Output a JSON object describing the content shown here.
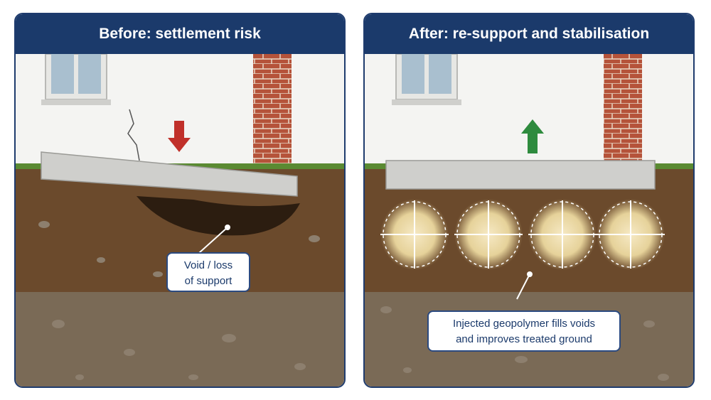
{
  "panels": {
    "before": {
      "title": "Before: settlement risk",
      "callout_line1": "Void / loss",
      "callout_line2": "of support",
      "arrow_direction": "down",
      "arrow_color": "#c0302a"
    },
    "after": {
      "title": "After: re-support and stabilisation",
      "callout_line1": "Injected geopolymer fills voids",
      "callout_line2": "and improves treated ground",
      "arrow_direction": "up",
      "arrow_color": "#2e8b3e"
    }
  },
  "colors": {
    "header_bg": "#1b3a6b",
    "border": "#1f3c6e",
    "wall": "#f4f4f2",
    "brick": "#b5533a",
    "soil": "#6b4a2c",
    "deep_soil": "#7a6a56",
    "concrete": "#cfcfcc",
    "grass": "#5a8a32"
  }
}
